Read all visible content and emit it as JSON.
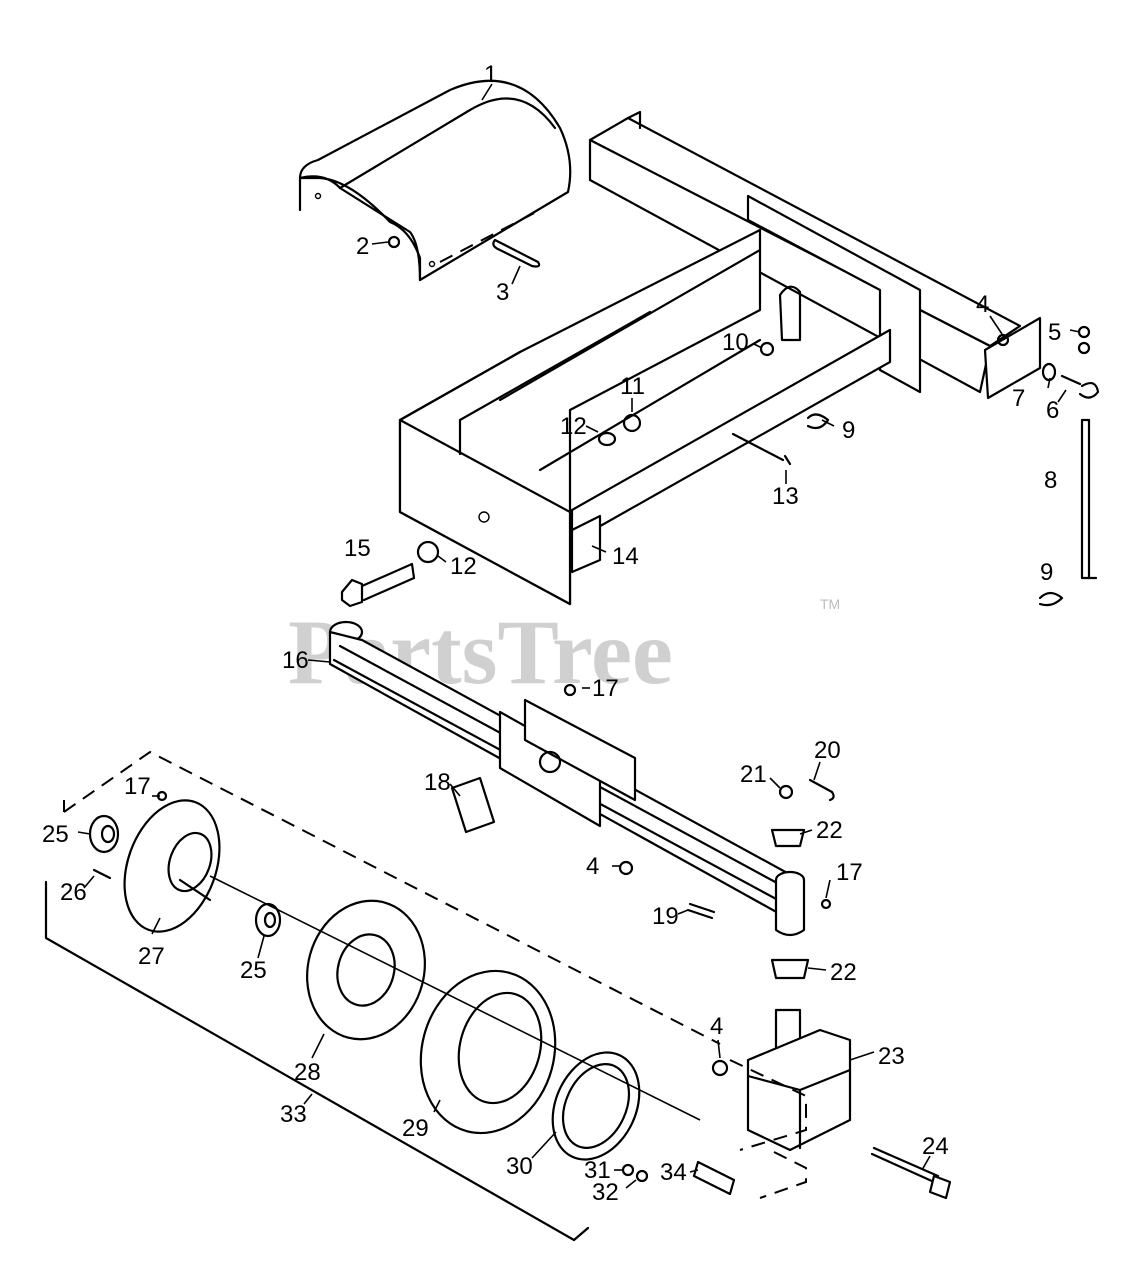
{
  "watermark": {
    "text": "PartsTree",
    "trademark": "TM"
  },
  "callouts": [
    {
      "id": "c1",
      "label": "1"
    },
    {
      "id": "c2",
      "label": "2"
    },
    {
      "id": "c3",
      "label": "3"
    },
    {
      "id": "c4a",
      "label": "4"
    },
    {
      "id": "c5",
      "label": "5"
    },
    {
      "id": "c6",
      "label": "6"
    },
    {
      "id": "c7",
      "label": "7"
    },
    {
      "id": "c8",
      "label": "8"
    },
    {
      "id": "c9a",
      "label": "9"
    },
    {
      "id": "c9b",
      "label": "9"
    },
    {
      "id": "c10",
      "label": "10"
    },
    {
      "id": "c11",
      "label": "11"
    },
    {
      "id": "c12a",
      "label": "12"
    },
    {
      "id": "c12b",
      "label": "12"
    },
    {
      "id": "c13",
      "label": "13"
    },
    {
      "id": "c14",
      "label": "14"
    },
    {
      "id": "c15",
      "label": "15"
    },
    {
      "id": "c16",
      "label": "16"
    },
    {
      "id": "c17a",
      "label": "17"
    },
    {
      "id": "c17b",
      "label": "17"
    },
    {
      "id": "c17c",
      "label": "17"
    },
    {
      "id": "c18",
      "label": "18"
    },
    {
      "id": "c19",
      "label": "19"
    },
    {
      "id": "c20",
      "label": "20"
    },
    {
      "id": "c21",
      "label": "21"
    },
    {
      "id": "c22a",
      "label": "22"
    },
    {
      "id": "c22b",
      "label": "22"
    },
    {
      "id": "c23",
      "label": "23"
    },
    {
      "id": "c24",
      "label": "24"
    },
    {
      "id": "c25a",
      "label": "25"
    },
    {
      "id": "c25b",
      "label": "25"
    },
    {
      "id": "c26",
      "label": "26"
    },
    {
      "id": "c27",
      "label": "27"
    },
    {
      "id": "c28",
      "label": "28"
    },
    {
      "id": "c29",
      "label": "29"
    },
    {
      "id": "c30",
      "label": "30"
    },
    {
      "id": "c31",
      "label": "31"
    },
    {
      "id": "c32",
      "label": "32"
    },
    {
      "id": "c33",
      "label": "33"
    },
    {
      "id": "c34",
      "label": "34"
    },
    {
      "id": "c4b",
      "label": "4"
    },
    {
      "id": "c4c",
      "label": "4"
    }
  ]
}
